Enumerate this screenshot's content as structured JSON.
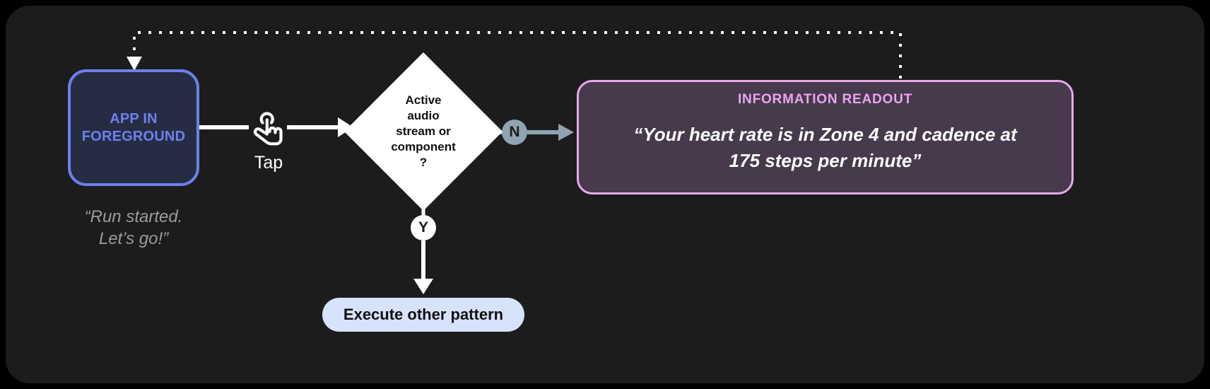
{
  "canvas": {
    "background": "#1c1c1c",
    "page_background": "#000000"
  },
  "nodes": {
    "app_foreground": {
      "label": "APP IN\nFOREGROUND",
      "label_line1": "APP IN",
      "label_line2": "FOREGROUND",
      "text_color": "#6d80ef",
      "border_color": "#6d80ef",
      "fill_color": "#262d42",
      "caption": "“Run started.\nLet’s go!”",
      "caption_line1": "“Run started.",
      "caption_line2": "Let’s go!”",
      "caption_color": "#9b9b9b"
    },
    "gesture": {
      "icon": "tap-hand-icon",
      "label": "Tap",
      "color": "#ffffff"
    },
    "decision": {
      "text": "Active audio stream or component ?",
      "line1": "Active",
      "line2": "audio",
      "line3": "stream or",
      "line4": "component",
      "line5": "?",
      "fill_color": "#ffffff",
      "text_color": "#111111"
    },
    "branch_no": {
      "label": "N",
      "fill_color": "#8fa3b0",
      "text_color": "#1c1c1c"
    },
    "branch_yes": {
      "label": "Y",
      "fill_color": "#ffffff",
      "text_color": "#1c1c1c"
    },
    "execute_pattern": {
      "label": "Execute other pattern",
      "fill_color": "#d7e3fb",
      "text_color": "#111111"
    },
    "readout": {
      "title": "INFORMATION READOUT",
      "title_color": "#e9a6ef",
      "body_line1": "“Your heart rate is in Zone 4 and cadence at",
      "body_line2": "175 steps per minute”",
      "body": "“Your heart rate is in Zone 4 and cadence at 175 steps per minute”",
      "fill_color": "#463a4c",
      "border_color": "#e6a9ec",
      "body_color": "#ffffff"
    }
  },
  "connectors": {
    "app_to_tap": {
      "style": "solid",
      "color": "#ffffff"
    },
    "tap_to_decision": {
      "style": "solid-arrow",
      "color": "#ffffff"
    },
    "decision_to_no": {
      "style": "solid-arrow",
      "color": "#ffffff"
    },
    "no_to_readout": {
      "style": "solid-arrow",
      "color": "#8fa3b0"
    },
    "decision_to_yes": {
      "style": "solid",
      "color": "#ffffff"
    },
    "yes_to_execute": {
      "style": "solid-arrow",
      "color": "#ffffff"
    },
    "readout_feedback_to_app": {
      "style": "dotted-arrow",
      "color": "#ffffff"
    }
  }
}
